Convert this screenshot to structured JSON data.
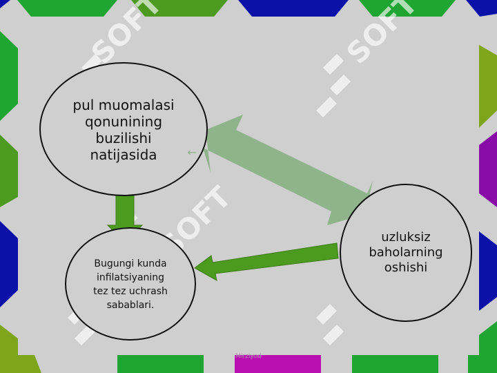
{
  "slide": {
    "background": "#cfcfcf",
    "border_colors": {
      "green": "#1fa532",
      "dark_green": "#4c9a1f",
      "blue": "#0a10a8",
      "purple": "#8a0aa8",
      "olive": "#7fa61a",
      "magenta": "#b80fb0"
    }
  },
  "watermark": {
    "text": "SOFT",
    "color": "#ffffff"
  },
  "diagram": {
    "nodes": {
      "top_left": {
        "text": "pul muomalasi qonunining buzilishi natijasida"
      },
      "bottom_left": {
        "text": "Bugungi kunda infilatsiyaning tez tez uchrash sabablari."
      },
      "right": {
        "text": "uzluksiz baholarning oshishi"
      }
    },
    "small_arrow_glyph": "←",
    "arrow_colors": {
      "double_arrow": "#8fb38a",
      "down_arrow": "#4c9a1f",
      "left_arrow": "#4c9a1f"
    }
  },
  "footer": {
    "text": "Mirziyod"
  }
}
